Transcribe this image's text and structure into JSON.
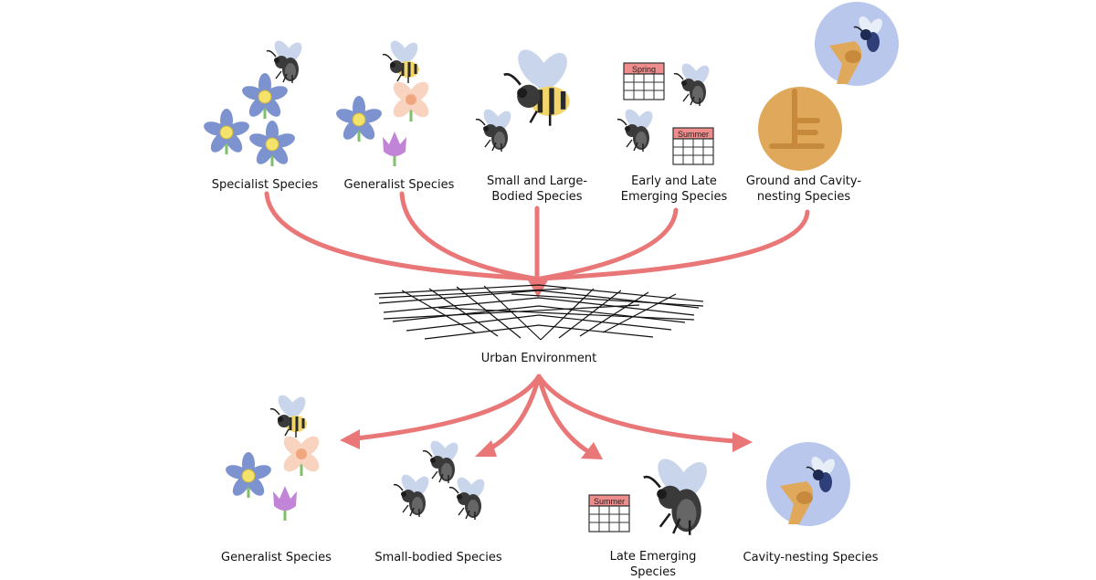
{
  "top": {
    "specialist": "Specialist Species",
    "generalist": "Generalist Species",
    "size_line1": "Small and Large-",
    "size_line2": "Bodied Species",
    "phenology_line1": "Early and Late",
    "phenology_line2": "Emerging Species",
    "nesting_line1": "Ground and Cavity-",
    "nesting_line2": "nesting Species",
    "calendar_spring": "Spring",
    "calendar_summer": "Summer"
  },
  "center": {
    "label": "Urban Environment"
  },
  "bottom": {
    "generalist": "Generalist Species",
    "small": "Small-bodied Species",
    "late_line1": "Late Emerging",
    "late_line2": "Species",
    "cavity": "Cavity-nesting Species",
    "calendar_summer": "Summer"
  },
  "colors": {
    "arrow": "#e97777",
    "flower_blue": "#7d93cf",
    "flower_center": "#f3e36b",
    "flower_peach": "#f8d3bf",
    "flower_peach_center": "#f0a77f",
    "tulip": "#c184d6",
    "stem": "#7fbf6a",
    "bee_body": "#3a3a3a",
    "bee_stripe": "#f2d66b",
    "bee_wing": "#c9d5ea",
    "calendar_header": "#ef8c8c",
    "ground_circle": "#e0a85a",
    "cavity_circle": "#b9c7ec",
    "wood": "#e0a85a"
  }
}
